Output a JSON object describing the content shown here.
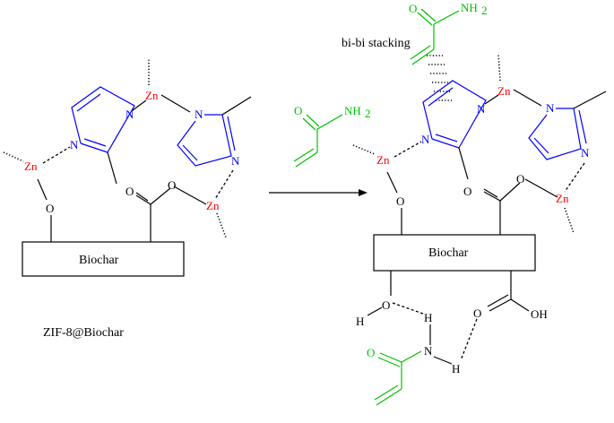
{
  "labels": {
    "biochar_left": "Biochar",
    "biochar_right": "Biochar",
    "composite": "ZIF-8@Biochar",
    "stacking": "bi-bi stacking"
  },
  "atoms": {
    "zn": "Zn",
    "n": "N",
    "o": "O",
    "h": "H",
    "nh2": "NH",
    "sub2": "2",
    "oh": "OH"
  },
  "colors": {
    "zinc": "#ff0000",
    "imidazole": "#0000ff",
    "acrylamide": "#00c000",
    "bond": "#000000"
  }
}
